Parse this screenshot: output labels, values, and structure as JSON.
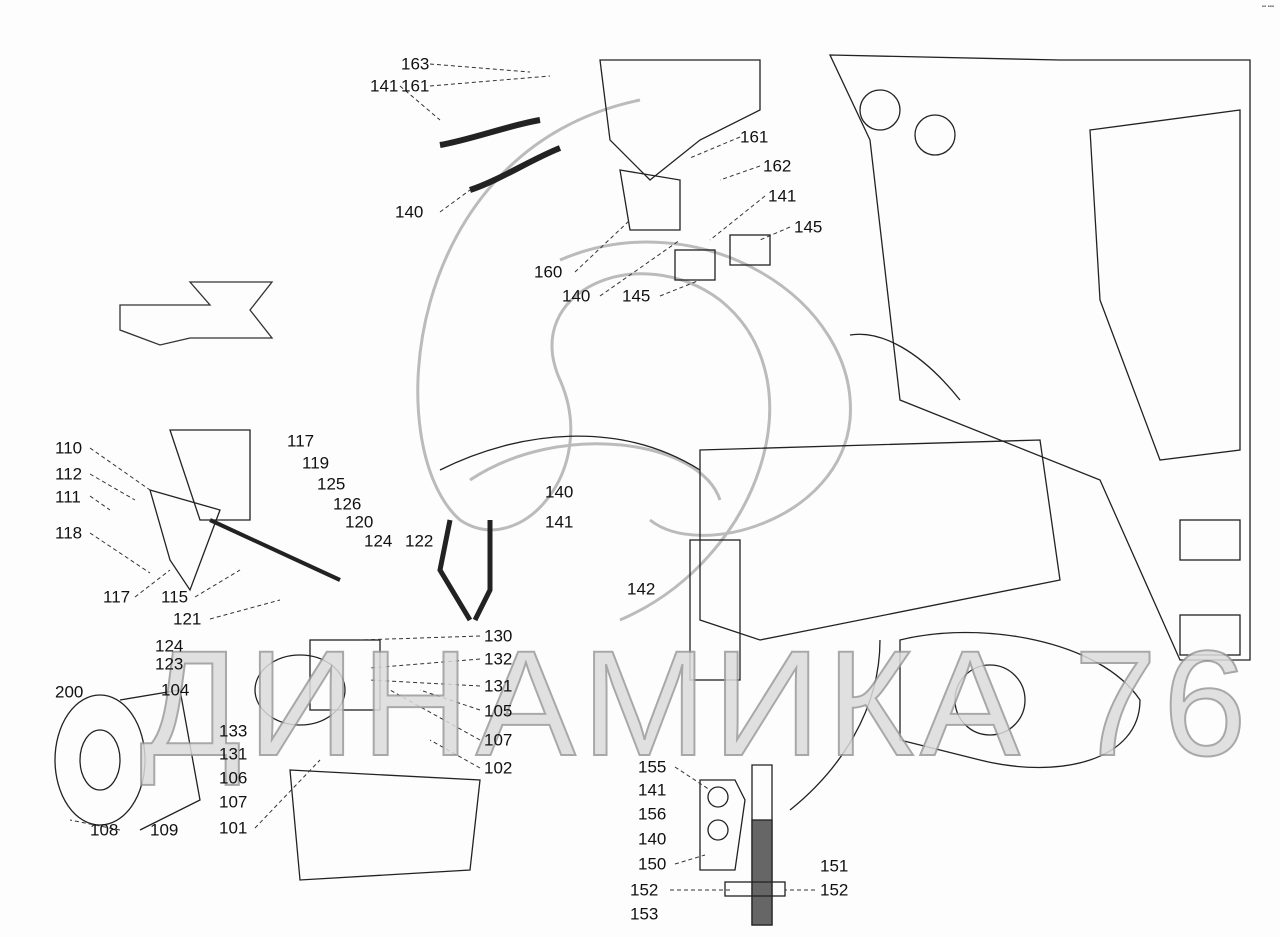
{
  "watermark": "ДИНАМИКА 76",
  "callouts": [
    "163",
    "161",
    "141",
    "161",
    "162",
    "141",
    "145",
    "140",
    "160",
    "140",
    "145",
    "110",
    "112",
    "111",
    "118",
    "117",
    "119",
    "125",
    "126",
    "120",
    "124",
    "122",
    "117",
    "115",
    "121",
    "140",
    "141",
    "142",
    "124",
    "123",
    "130",
    "132",
    "104",
    "131",
    "105",
    "200",
    "133",
    "107",
    "131",
    "102",
    "106",
    "107",
    "101",
    "108",
    "109",
    "155",
    "141",
    "156",
    "140",
    "150",
    "151",
    "152",
    "152",
    "153"
  ]
}
